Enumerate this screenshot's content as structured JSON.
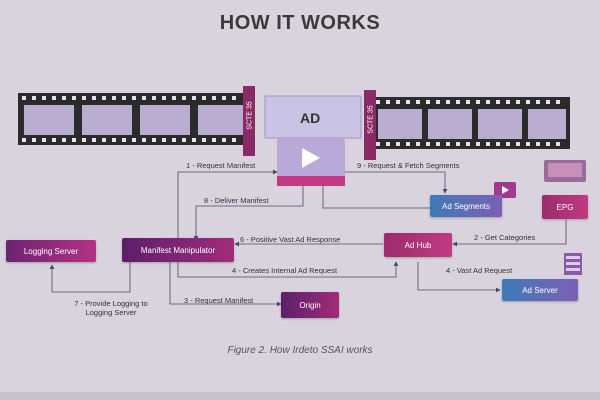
{
  "title": "HOW IT WORKS",
  "caption": "Figure 2. How Irdeto SSAI works",
  "ad_label": "AD",
  "scte_left": "SCTE 35",
  "scte_right": "SCTE 35",
  "nodes": {
    "logging_server": "Logging Server",
    "manifest_manipulator": "Manifest Manipulator",
    "ad_hub": "Ad Hub",
    "origin": "Origin",
    "ad_segments": "Ad Segments",
    "epg": "EPG",
    "ad_server": "Ad Server"
  },
  "steps": {
    "s1": "1 - Request Manifest",
    "s2": "2 - Get Categories",
    "s3": "3 - Request Manifest",
    "s4a": "4 - Creates Internal Ad Request",
    "s4b": "4 - Vast Ad Request",
    "s6": "6 - Positive Vast Ad Response",
    "s7_l1": "7 - Provide Logging to",
    "s7_l2": "Logging Server",
    "s8": "8 - Deliver Manifest",
    "s9": "9 - Request & Fetch Segments"
  },
  "colors": {
    "film": "#2b2b2b",
    "frame": "#b9aed0",
    "scte": "#8a2b66",
    "arrow": "#4a4a6a"
  }
}
